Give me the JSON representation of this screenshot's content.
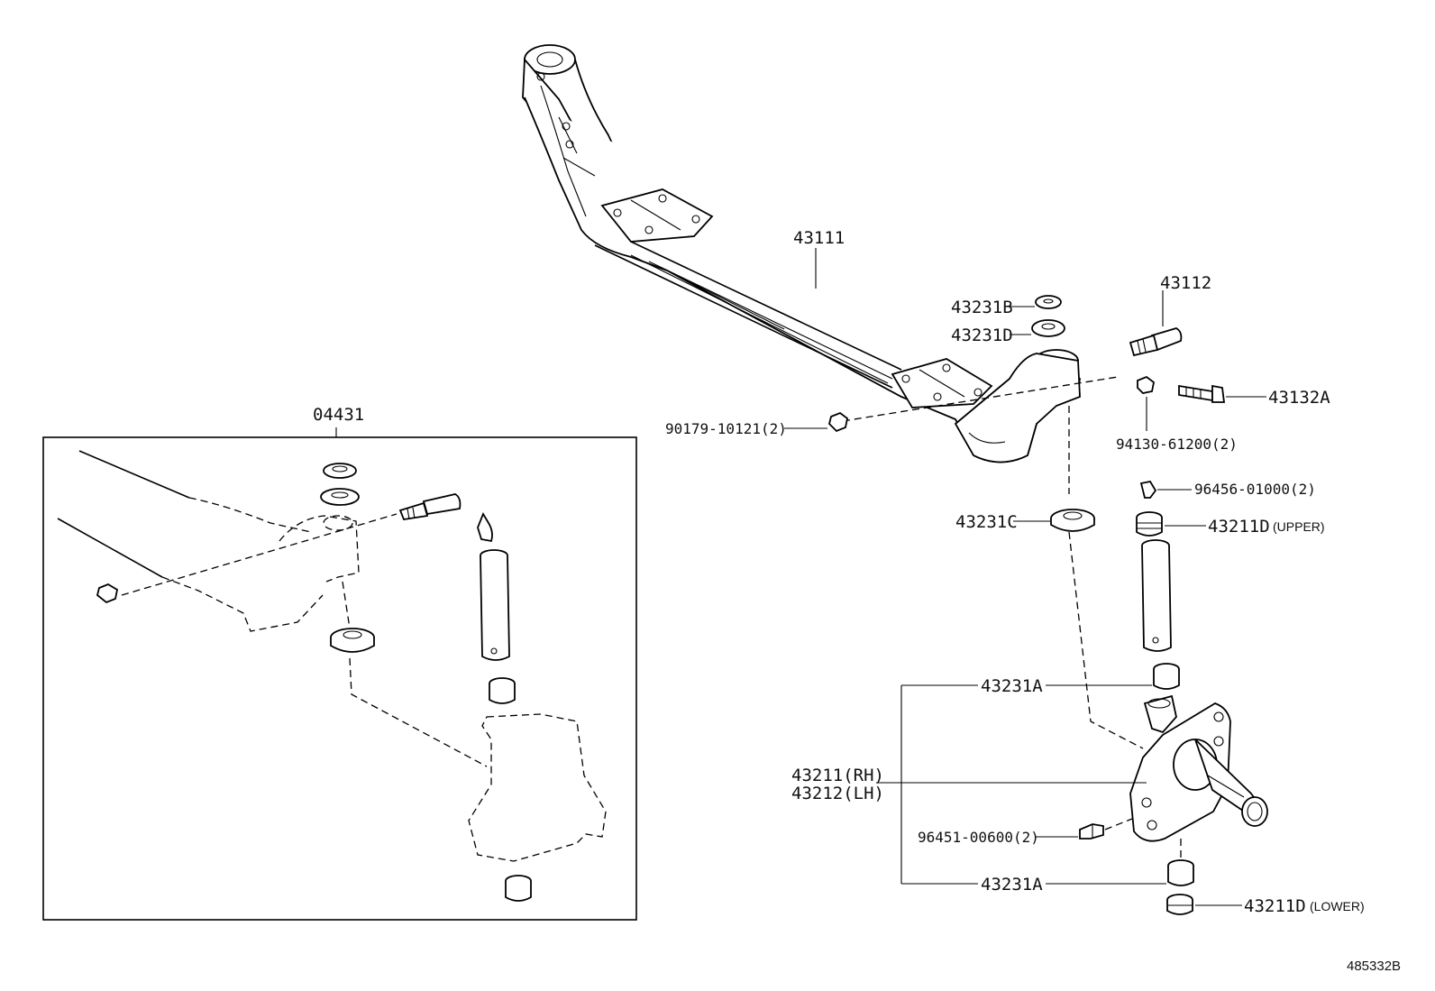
{
  "labels": {
    "p43111": "43111",
    "p43112": "43112",
    "p43231B": "43231B",
    "p43231D": "43231D",
    "p43132A": "43132A",
    "p90179": "90179-10121(2)",
    "p94130": "94130-61200(2)",
    "p96456": "96456-01000(2)",
    "p43231C": "43231C",
    "p43211D_upper": "43211D",
    "upper_tag": "(UPPER)",
    "p43231A_top": "43231A",
    "p43211RH": "43211(RH)",
    "p43212LH": "43212(LH)",
    "p96451": "96451-00600(2)",
    "p43231A_bottom": "43231A",
    "p43211D_lower": "43211D",
    "lower_tag": "(LOWER)",
    "kit04431": "04431",
    "diagram_ref": "485332B"
  }
}
